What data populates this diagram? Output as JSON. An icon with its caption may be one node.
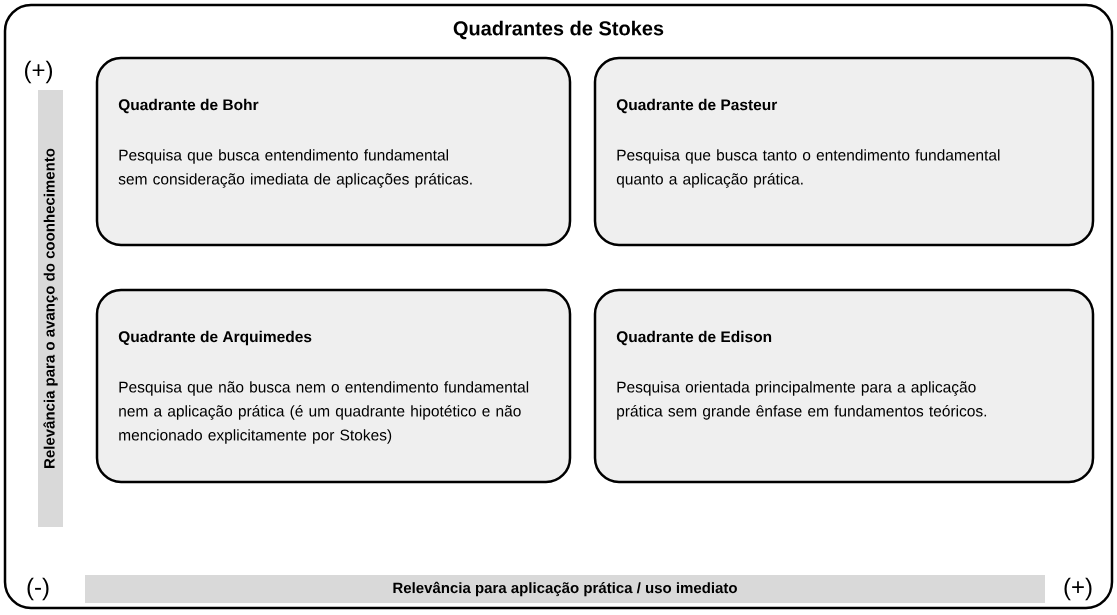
{
  "diagram": {
    "nodes": [
      {
        "text": [
          "Quadrantes de Stokes"
        ]
      },
      {
        "text": [
          "Relevância para o avanço do coonhecimento"
        ],
        "in": 0,
        "beside": [
          "(+)"
        ]
      },
      {
        "text": [
          "Quadrante de Bohr",
          "Pesquisa que busca entendimento fundamental sem consideração imediata de aplicações práticas."
        ],
        "in": 0
      },
      {
        "text": [
          "Quadrante de Pasteur",
          "Pesquisa que busca tanto o entendimento fundamental quanto a aplicação prática."
        ],
        "in": 0
      },
      {
        "text": [
          "Quadrante de Arquimedes",
          "Pesquisa que não busca nem o entendimento fundamental nem a aplicação prática (é um quadrante hipotético e não mencionado explicitamente por Stokes)"
        ],
        "in": 0
      },
      {
        "text": [
          "Quadrante de Edison",
          "Pesquisa orientada principalmente para a aplicação prática sem grande ênfase em fundamentos teóricos."
        ],
        "in": 0
      },
      {
        "text": [
          "Relevância para aplicação prática / uso imediato"
        ],
        "in": 0,
        "beside": [
          "(-)",
          "(+)"
        ]
      }
    ],
    "edges": []
  }
}
